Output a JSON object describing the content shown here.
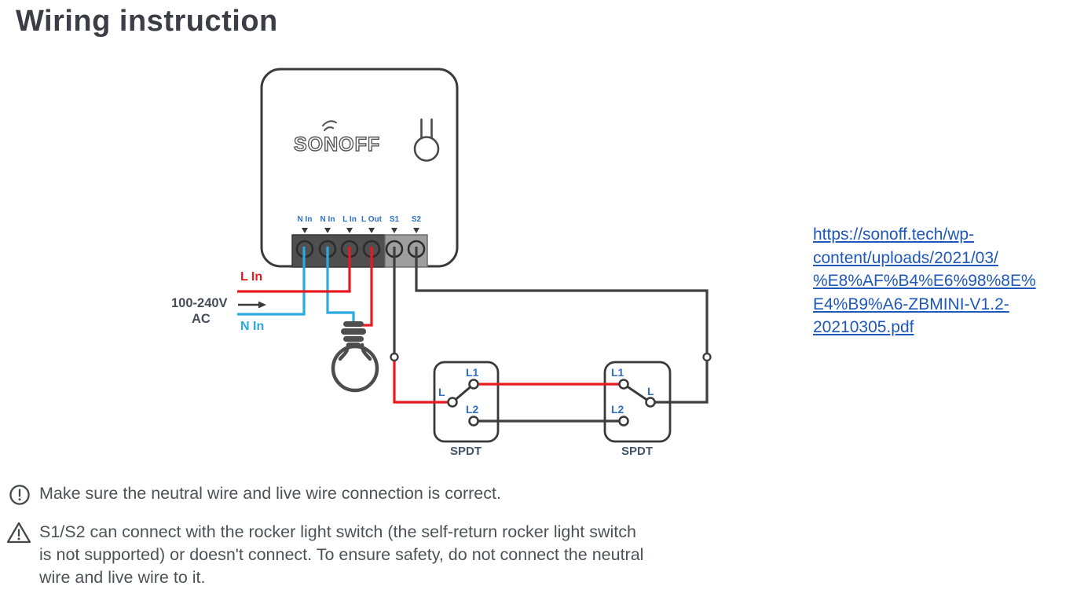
{
  "page": {
    "title": "Wiring instruction"
  },
  "device": {
    "brand": "SONOFF",
    "terminals": [
      {
        "label": "N In"
      },
      {
        "label": "N In"
      },
      {
        "label": "L In"
      },
      {
        "label": "L Out"
      },
      {
        "label": "S1"
      },
      {
        "label": "S2"
      }
    ]
  },
  "power_source": {
    "live_label": "L In",
    "voltage": "100-240V",
    "ac": "AC",
    "neutral_label": "N In"
  },
  "switches": {
    "left": {
      "l1": "L1",
      "l": "L",
      "l2": "L2",
      "type_label": "SPDT"
    },
    "right": {
      "l1": "L1",
      "l": "L",
      "l2": "L2",
      "type_label": "SPDT"
    }
  },
  "link": {
    "lines": [
      "https://sonoff.tech/wp-",
      "content/uploads/2021/03/",
      "%E8%AF%B4%E6%98%8E%",
      "E4%B9%A6-ZBMINI-V1.2-",
      "20210305.pdf"
    ]
  },
  "notes": [
    {
      "icon": "info-circle-icon",
      "lines": [
        "Make sure the neutral wire and live wire connection is correct."
      ]
    },
    {
      "icon": "warning-triangle-icon",
      "lines": [
        "S1/S2 can connect with the rocker light switch (the self-return rocker light switch",
        "is not supported) or doesn't connect. To ensure safety, do not connect the neutral",
        "wire and live wire to it."
      ]
    }
  ],
  "colors": {
    "wire_live": "#e8191f",
    "wire_neutral": "#29abe2",
    "wire_switch": "#3f3f3f",
    "terminal_label_blue": "#2a70c8",
    "switch_label_blue": "#2e6fc0",
    "spdt_navy": "#44546a",
    "link_blue": "#1f58bb",
    "body_text": "#4e5158"
  }
}
